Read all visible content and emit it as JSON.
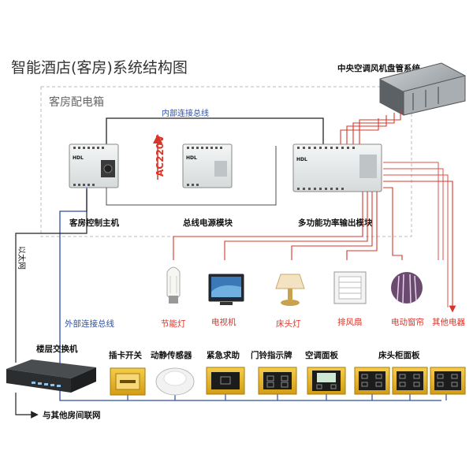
{
  "title": "智能酒店(客房)系统结构图",
  "cabinet_label": "客房配电箱",
  "hvac_label": "中央空调风机盘管系统",
  "internal_bus_label": "内部连接总线",
  "external_bus_label": "外部连接总线",
  "ac_label": "AC220V",
  "ethernet_label": "以太网",
  "modules": [
    {
      "label": "客房控制主机",
      "brand": "HDL"
    },
    {
      "label": "总线电源模块",
      "brand": "HDL"
    },
    {
      "label": "多功能功率输出模块",
      "brand": "HDL"
    }
  ],
  "loads": [
    {
      "label": "节能灯",
      "icon": "energy-saving-lamp-icon"
    },
    {
      "label": "电视机",
      "icon": "television-icon"
    },
    {
      "label": "床头灯",
      "icon": "bedside-lamp-icon"
    },
    {
      "label": "排风扇",
      "icon": "exhaust-fan-icon"
    },
    {
      "label": "电动窗帘",
      "icon": "electric-curtain-icon"
    },
    {
      "label": "其他电器",
      "icon": "arrow-down-icon"
    }
  ],
  "switch_label": "楼层交换机",
  "network_label": "与其他房间联网",
  "panels": [
    {
      "label": "插卡开关"
    },
    {
      "label": "动静传感器"
    },
    {
      "label": "紧急求助"
    },
    {
      "label": "门铃指示牌"
    },
    {
      "label": "空调面板"
    },
    {
      "label": "床头柜面板"
    }
  ],
  "colors": {
    "red_wire": "#d8352a",
    "blue_wire": "#2c4fa8",
    "panel_gold": "#e6b423"
  }
}
